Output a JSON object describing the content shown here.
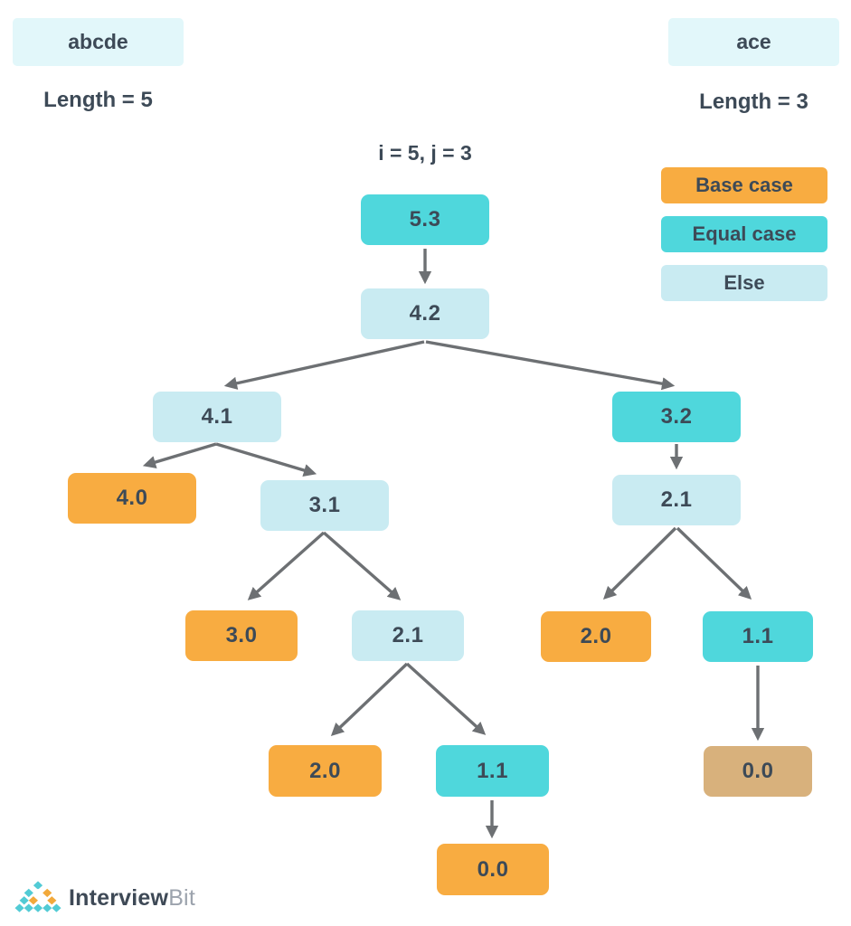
{
  "header": {
    "left": {
      "text": "abcde",
      "length_label": "Length = 5"
    },
    "right": {
      "text": "ace",
      "length_label": "Length = 3"
    },
    "annotation": "i = 5, j = 3"
  },
  "legend": {
    "items": [
      {
        "label": "Base case",
        "type": "base",
        "color": "#F8AC41"
      },
      {
        "label": "Equal case",
        "type": "equal",
        "color": "#4FD7DC"
      },
      {
        "label": "Else",
        "type": "else",
        "color": "#C9EBF2"
      }
    ]
  },
  "tree": {
    "nodes": [
      {
        "label": "5.3",
        "type": "equal"
      },
      {
        "label": "4.2",
        "type": "else"
      },
      {
        "label": "4.1",
        "type": "else"
      },
      {
        "label": "3.2",
        "type": "equal"
      },
      {
        "label": "4.0",
        "type": "base"
      },
      {
        "label": "3.1",
        "type": "else"
      },
      {
        "label": "2.1",
        "type": "else"
      },
      {
        "label": "3.0",
        "type": "base"
      },
      {
        "label": "2.1",
        "type": "else"
      },
      {
        "label": "2.0",
        "type": "base"
      },
      {
        "label": "1.1",
        "type": "equal"
      },
      {
        "label": "2.0",
        "type": "base"
      },
      {
        "label": "1.1",
        "type": "equal"
      },
      {
        "label": "0.0",
        "type": "empty"
      },
      {
        "label": "0.0",
        "type": "base"
      }
    ]
  },
  "logo": {
    "name": "InterviewBit",
    "text_primary": "Interview",
    "text_secondary": "Bit"
  },
  "colors": {
    "equal": "#4FD7DC",
    "else": "#C9EBF2",
    "base": "#F8AC41",
    "empty": "#D8B17C",
    "header_box": "#E2F7FA",
    "text": "#3D4A57",
    "arrow": "#6D7073"
  }
}
